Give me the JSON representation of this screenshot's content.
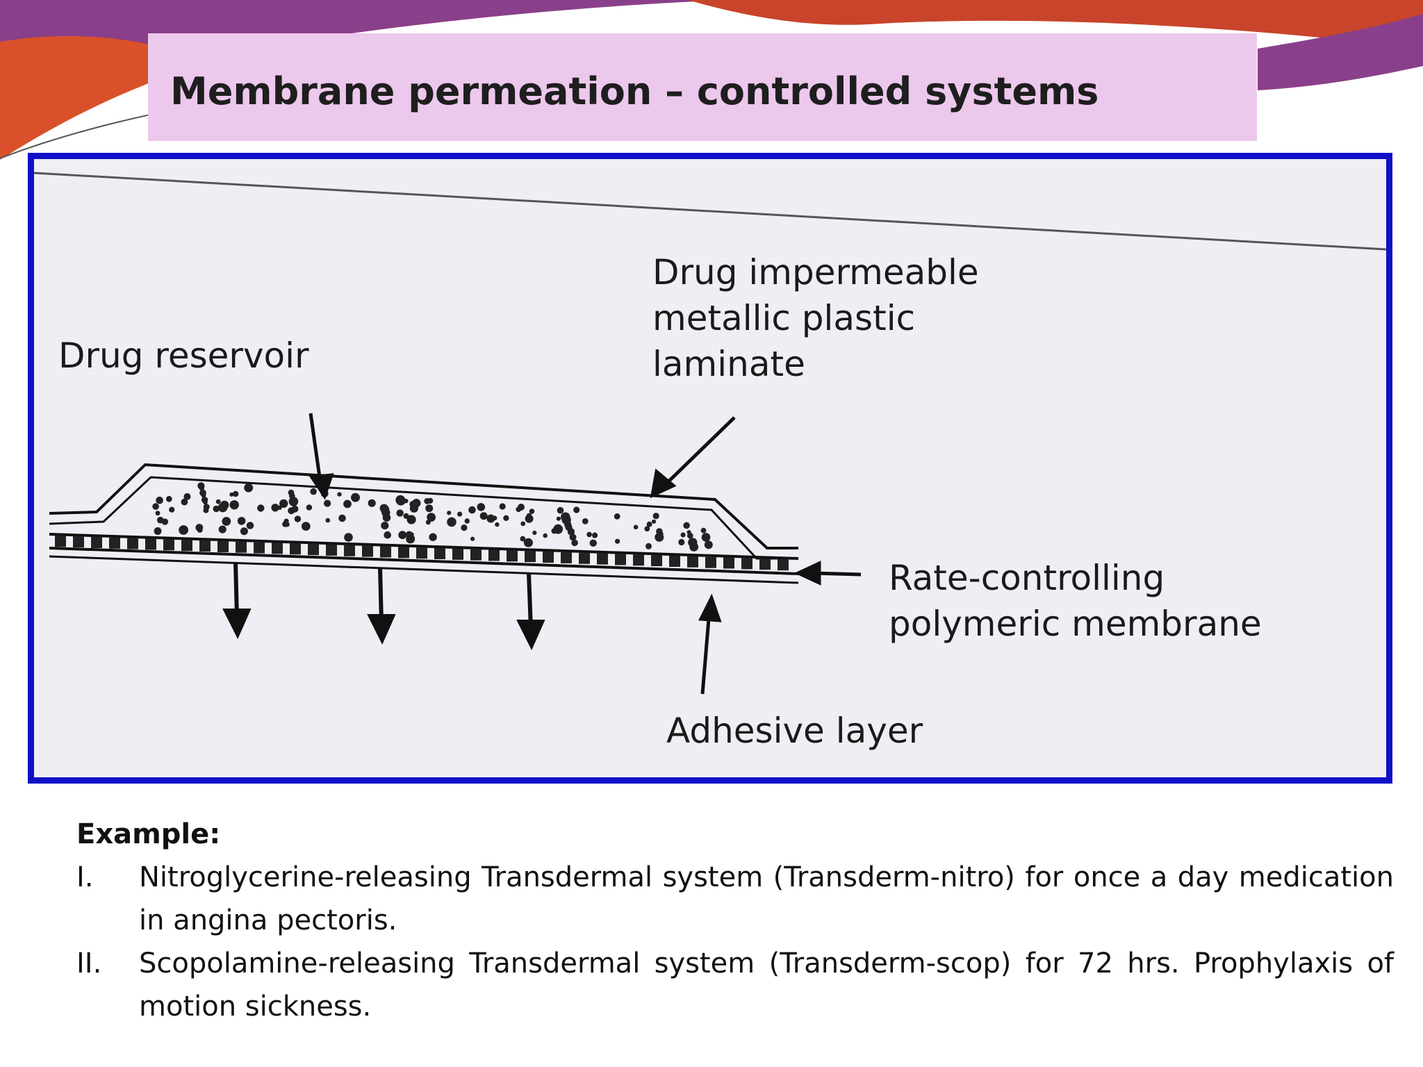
{
  "slide": {
    "title": "Membrane permeation – controlled systems",
    "colors": {
      "title_band": "#ecc8ec",
      "frame_border": "#1010c8",
      "decor_purple": "#8a3f8a",
      "decor_orange": "#d9502a"
    }
  },
  "diagram": {
    "labels": {
      "laminate": [
        "Drug impermeable",
        "metallic plastic",
        "laminate"
      ],
      "reservoir": "Drug reservoir",
      "membrane": [
        "Rate-controlling",
        "polymeric membrane"
      ],
      "adhesive": "Adhesive layer"
    }
  },
  "examples": {
    "heading": "Example:",
    "items": [
      {
        "number": "I.",
        "text": "Nitroglycerine-releasing Transdermal system (Transderm-nitro) for once a day medication in angina pectoris."
      },
      {
        "number": "II.",
        "text": "Scopolamine-releasing Transdermal system (Transderm-scop) for 72 hrs. Prophylaxis of motion sickness."
      }
    ]
  }
}
